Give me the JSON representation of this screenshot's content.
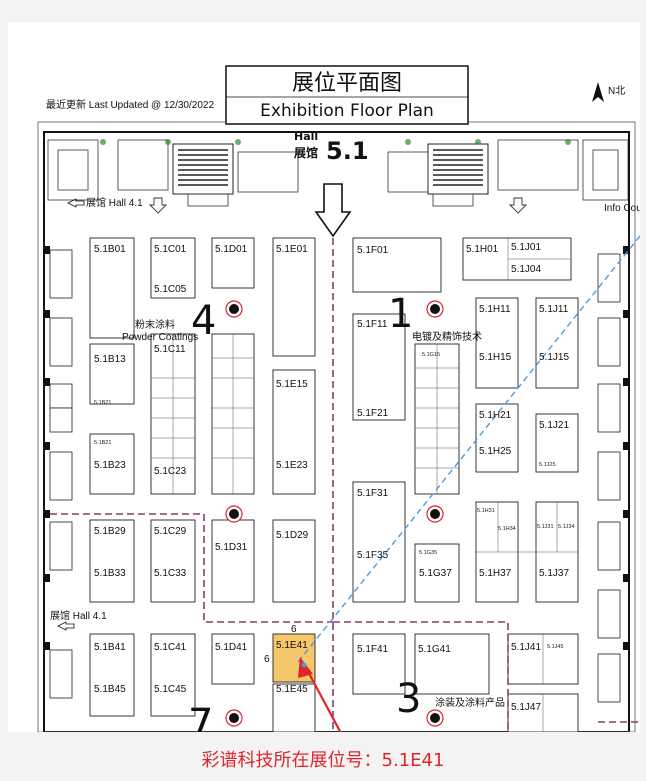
{
  "header": {
    "title_cn": "展位平面图",
    "title_en": "Exhibition Floor Plan",
    "updated": "最近更新 Last Updated @ 12/30/2022",
    "north": "N北",
    "hall_en": "Hall",
    "hall_cn": "展馆",
    "hall_no": "5.1"
  },
  "side_labels": {
    "hall41_top": "展馆 Hall 4.1",
    "hall41_bottom": "展馆 Hall 4.1",
    "info": "Info Counter"
  },
  "zones": {
    "z1": "1",
    "z1_label": "电镀及精饰技术",
    "z3": "3",
    "z3_label": "涂装及涂料产品",
    "z4": "4",
    "z4_cn": "粉末涂料",
    "z4_en": "Powder Coatings",
    "z7": "7",
    "dim_top": "6",
    "dim_left": "6"
  },
  "booths": [
    "5.1B01",
    "5.1C01",
    "5.1C05",
    "5.1D01",
    "5.1E01",
    "5.1F01",
    "5.1H01",
    "5.1J01",
    "5.1J04",
    "5.1B13",
    "5.1C11",
    "5.1E15",
    "5.1F11",
    "5.1G15",
    "5.1H11",
    "5.1J11",
    "5.1H15",
    "5.1J15",
    "5.1B21",
    "5.1F21",
    "5.1H21",
    "5.1H25",
    "5.1J21",
    "5.1J25",
    "5.1B21",
    "5.1B23",
    "5.1C23",
    "5.1E23",
    "5.1F31",
    "5.1B29",
    "5.1C29",
    "5.1D29",
    "5.1D31",
    "5.1F35",
    "5.1G35",
    "5.1G37",
    "5.1H37",
    "5.1J37",
    "5.1B33",
    "5.1C33",
    "5.1B41",
    "5.1C41",
    "5.1D41",
    "5.1E41",
    "5.1F41",
    "5.1G41",
    "5.1J41",
    "5.1J45",
    "5.1B45",
    "5.1C45",
    "5.1E45",
    "5.1J47",
    "5.1H34",
    "5.1J31",
    "5.1J34",
    "5.1H31"
  ],
  "highlight_booth": "5.1E41",
  "footer": {
    "caption": "彩谱科技所在展位号：5.1E41"
  },
  "colors": {
    "highlight": "#f6c66b",
    "dashed_purple": "#8a3b6f",
    "dashed_blue": "#4a9be0",
    "arrow_red": "#e0262b"
  }
}
